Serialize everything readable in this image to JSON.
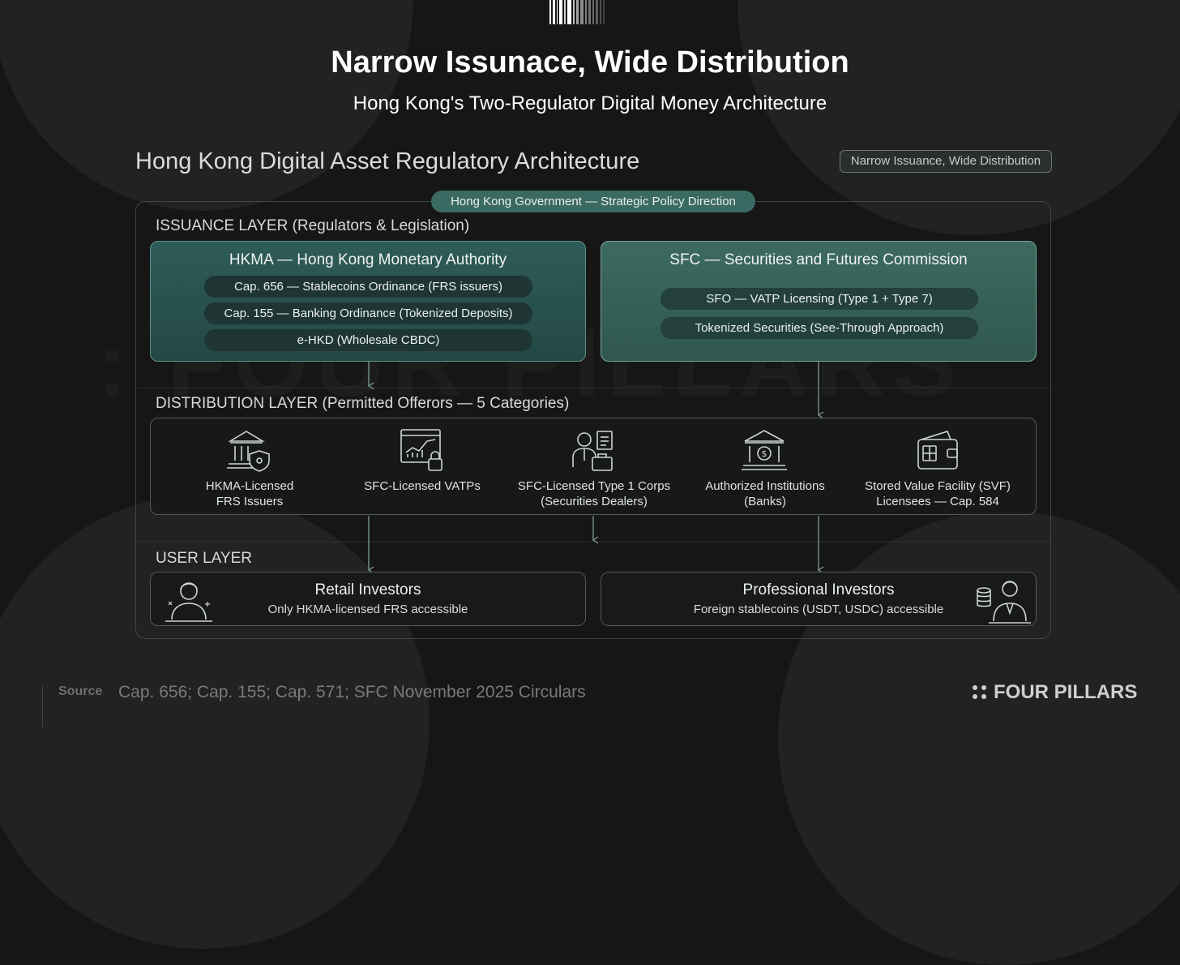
{
  "header": {
    "title": "Narrow Issunace, Wide Distribution",
    "subtitle": "Hong Kong's Two-Regulator Digital Money Architecture"
  },
  "diagram": {
    "section_title": "Hong Kong Digital Asset Regulatory Architecture",
    "tag": "Narrow Issuance, Wide Distribution",
    "government": "Hong Kong Government — Strategic Policy Direction",
    "issuance_layer": {
      "label": "ISSUANCE LAYER (Regulators & Legislation)",
      "hkma": {
        "title": "HKMA — Hong Kong Monetary Authority",
        "items": [
          "Cap. 656 — Stablecoins Ordinance (FRS issuers)",
          "Cap. 155 — Banking Ordinance (Tokenized Deposits)",
          "e-HKD (Wholesale CBDC)"
        ]
      },
      "sfc": {
        "title": "SFC — Securities and Futures Commission",
        "items": [
          "SFO — VATP Licensing (Type 1 + Type 7)",
          "Tokenized Securities (See-Through Approach)"
        ]
      }
    },
    "distribution_layer": {
      "label": "DISTRIBUTION LAYER (Permitted Offerors — 5 Categories)",
      "items": [
        {
          "line1": "HKMA-Licensed",
          "line2": "FRS Issuers",
          "icon": "bank-shield-icon"
        },
        {
          "line1": "SFC-Licensed VATPs",
          "line2": "",
          "icon": "chart-lock-icon"
        },
        {
          "line1": "SFC-Licensed Type 1 Corps",
          "line2": "(Securities Dealers)",
          "icon": "dealer-icon"
        },
        {
          "line1": "Authorized Institutions",
          "line2": "(Banks)",
          "icon": "bank-dollar-icon"
        },
        {
          "line1": "Stored Value Facility (SVF)",
          "line2": "Licensees — Cap. 584",
          "icon": "wallet-icon"
        }
      ]
    },
    "user_layer": {
      "label": "USER LAYER",
      "retail": {
        "title": "Retail Investors",
        "desc": "Only HKMA-licensed FRS accessible",
        "icon": "retail-person-icon"
      },
      "professional": {
        "title": "Professional Investors",
        "desc": "Foreign stablecoins (USDT, USDC) accessible",
        "icon": "professional-person-icon"
      }
    }
  },
  "watermark": "FOUR PILLARS",
  "footer": {
    "source_label": "Source",
    "source_text": "Cap. 656; Cap. 155; Cap. 571; SFC November 2025 Circulars",
    "brand": "FOUR PILLARS"
  }
}
